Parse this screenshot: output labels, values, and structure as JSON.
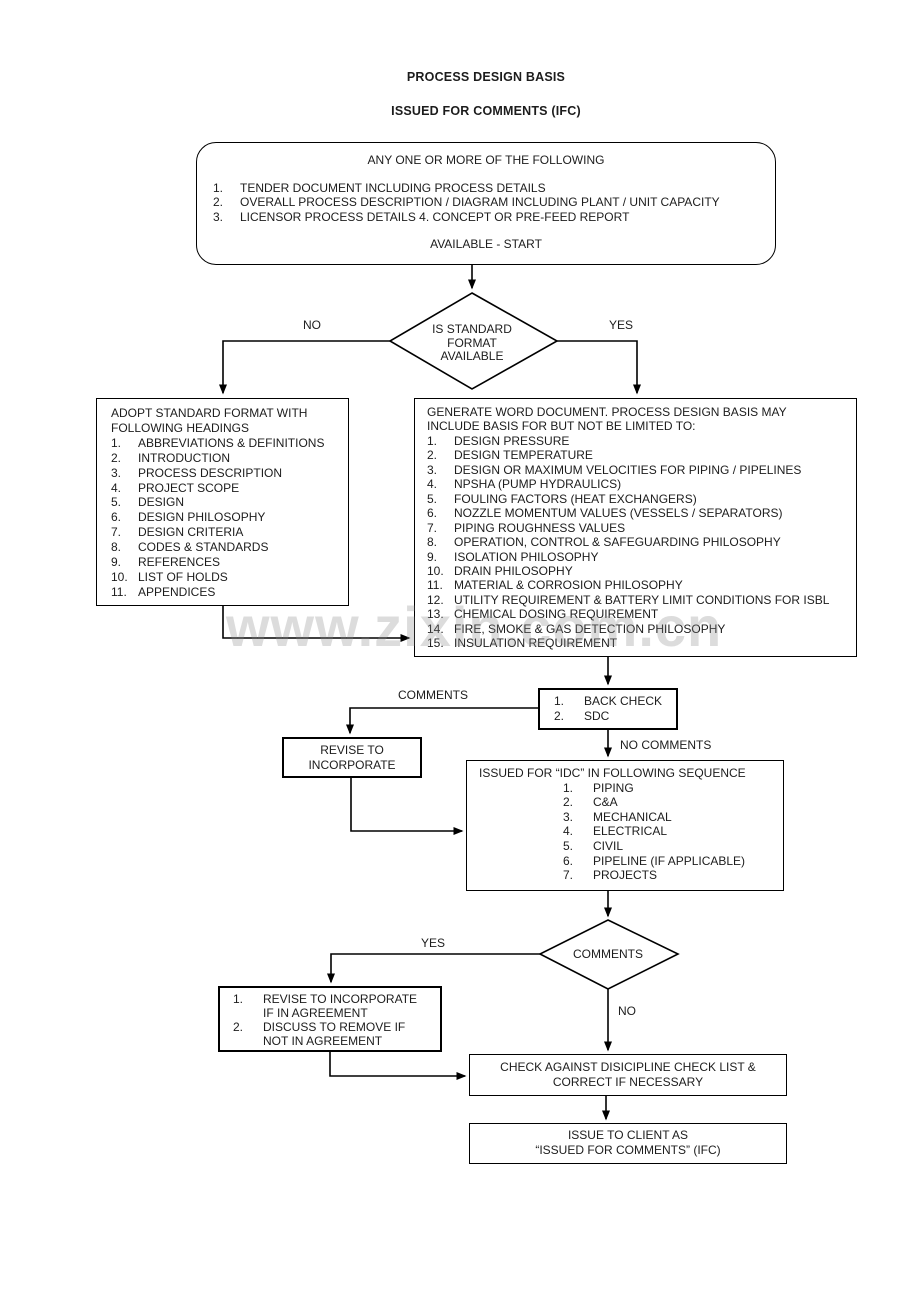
{
  "page": {
    "title": "PROCESS DESIGN BASIS",
    "subtitle": "ISSUED FOR COMMENTS (IFC)",
    "watermark": "www.zixin.com.cn"
  },
  "start_box": {
    "heading": "ANY ONE OR MORE OF THE FOLLOWING",
    "items": [
      {
        "num": "1.",
        "text": "TENDER DOCUMENT INCLUDING PROCESS DETAILS"
      },
      {
        "num": "2.",
        "text": "OVERALL PROCESS DESCRIPTION / DIAGRAM INCLUDING PLANT / UNIT CAPACITY"
      },
      {
        "num": "3.",
        "text": "LICENSOR PROCESS DETAILS      4. CONCEPT OR PRE-FEED REPORT"
      }
    ],
    "footer": "AVAILABLE - START"
  },
  "decision1": {
    "text": "IS STANDARD\nFORMAT\nAVAILABLE",
    "no": "NO",
    "yes": "YES"
  },
  "adopt_box": {
    "heading": "ADOPT STANDARD FORMAT WITH\nFOLLOWING HEADINGS",
    "items": [
      {
        "num": "1.",
        "text": "ABBREVIATIONS & DEFINITIONS"
      },
      {
        "num": "2.",
        "text": "INTRODUCTION"
      },
      {
        "num": "3.",
        "text": "PROCESS DESCRIPTION"
      },
      {
        "num": "4.",
        "text": "PROJECT SCOPE"
      },
      {
        "num": "5.",
        "text": "DESIGN"
      },
      {
        "num": "6.",
        "text": "DESIGN PHILOSOPHY"
      },
      {
        "num": "7.",
        "text": "DESIGN CRITERIA"
      },
      {
        "num": "8.",
        "text": "CODES & STANDARDS"
      },
      {
        "num": "9.",
        "text": "REFERENCES"
      },
      {
        "num": "10.",
        "text": "LIST OF HOLDS"
      },
      {
        "num": "11.",
        "text": "APPENDICES"
      }
    ]
  },
  "generate_box": {
    "heading": "GENERATE WORD DOCUMENT. PROCESS DESIGN BASIS MAY\nINCLUDE BASIS FOR BUT NOT BE LIMITED TO:",
    "items": [
      {
        "num": "1.",
        "text": "DESIGN PRESSURE"
      },
      {
        "num": "2.",
        "text": "DESIGN TEMPERATURE"
      },
      {
        "num": "3.",
        "text": "DESIGN OR MAXIMUM VELOCITIES FOR PIPING / PIPELINES"
      },
      {
        "num": "4.",
        "text": "NPSHA (PUMP HYDRAULICS)"
      },
      {
        "num": "5.",
        "text": "FOULING FACTORS (HEAT EXCHANGERS)"
      },
      {
        "num": "6.",
        "text": "NOZZLE MOMENTUM VALUES (VESSELS / SEPARATORS)"
      },
      {
        "num": "7.",
        "text": "PIPING ROUGHNESS VALUES"
      },
      {
        "num": "8.",
        "text": "OPERATION, CONTROL & SAFEGUARDING PHILOSOPHY"
      },
      {
        "num": "9.",
        "text": "ISOLATION PHILOSOPHY"
      },
      {
        "num": "10.",
        "text": "DRAIN PHILOSOPHY"
      },
      {
        "num": "11.",
        "text": "MATERIAL & CORROSION PHILOSOPHY"
      },
      {
        "num": "12.",
        "text": "UTILITY REQUIREMENT & BATTERY LIMIT CONDITIONS FOR ISBL"
      },
      {
        "num": "13.",
        "text": "CHEMICAL DOSING REQUIREMENT"
      },
      {
        "num": "14.",
        "text": "FIRE, SMOKE & GAS DETECTION PHILOSOPHY"
      },
      {
        "num": "15.",
        "text": "INSULATION REQUIREMENT"
      }
    ]
  },
  "labels": {
    "comments": "COMMENTS",
    "no_comments": "NO COMMENTS"
  },
  "back_check_box": {
    "items": [
      {
        "num": "1.",
        "text": "BACK CHECK"
      },
      {
        "num": "2.",
        "text": "SDC"
      }
    ]
  },
  "revise_box": {
    "text": "REVISE TO\nINCORPORATE"
  },
  "idc_box": {
    "heading": "ISSUED FOR “IDC” IN FOLLOWING SEQUENCE",
    "items": [
      {
        "num": "1.",
        "text": "PIPING"
      },
      {
        "num": "2.",
        "text": "C&A"
      },
      {
        "num": "3.",
        "text": "MECHANICAL"
      },
      {
        "num": "4.",
        "text": "ELECTRICAL"
      },
      {
        "num": "5.",
        "text": "CIVIL"
      },
      {
        "num": "6.",
        "text": "PIPELINE (IF APPLICABLE)"
      },
      {
        "num": "7.",
        "text": "PROJECTS"
      }
    ]
  },
  "decision2": {
    "text": "COMMENTS",
    "yes": "YES",
    "no": "NO"
  },
  "agreement_box": {
    "items": [
      {
        "num": "1.",
        "text": "REVISE TO INCORPORATE\nIF IN AGREEMENT"
      },
      {
        "num": "2.",
        "text": "DISCUSS TO REMOVE IF\nNOT IN AGREEMENT"
      }
    ]
  },
  "check_box": {
    "text": "CHECK AGAINST DISICIPLINE CHECK LIST &\nCORRECT IF NECESSARY"
  },
  "issue_box": {
    "text": "ISSUE TO CLIENT AS\n“ISSUED FOR COMMENTS” (IFC)"
  }
}
